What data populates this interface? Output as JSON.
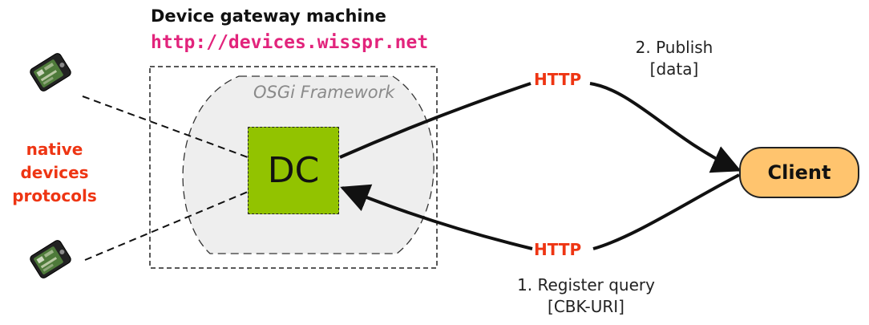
{
  "gateway": {
    "title": "Device gateway machine",
    "url": "http://devices.wisspr.net",
    "framework_label": "OSGi Framework"
  },
  "components": {
    "dc_label": "DC",
    "client_label": "Client"
  },
  "protocols": {
    "lines": [
      "native",
      "devices",
      "protocols"
    ]
  },
  "links": {
    "http_top": "HTTP",
    "http_bottom": "HTTP",
    "publish_lines": [
      "2. Publish",
      "[data]"
    ],
    "register_lines": [
      "1. Register query",
      "[CBK-URI]"
    ]
  },
  "icons": {
    "device": "sensor-device-icon"
  },
  "colors": {
    "dc_fill": "#92c300",
    "client_fill": "#ffc46e",
    "url_text": "#e2247c",
    "protocol_text": "#ee3513",
    "framework_fill": "#eeeeee"
  }
}
